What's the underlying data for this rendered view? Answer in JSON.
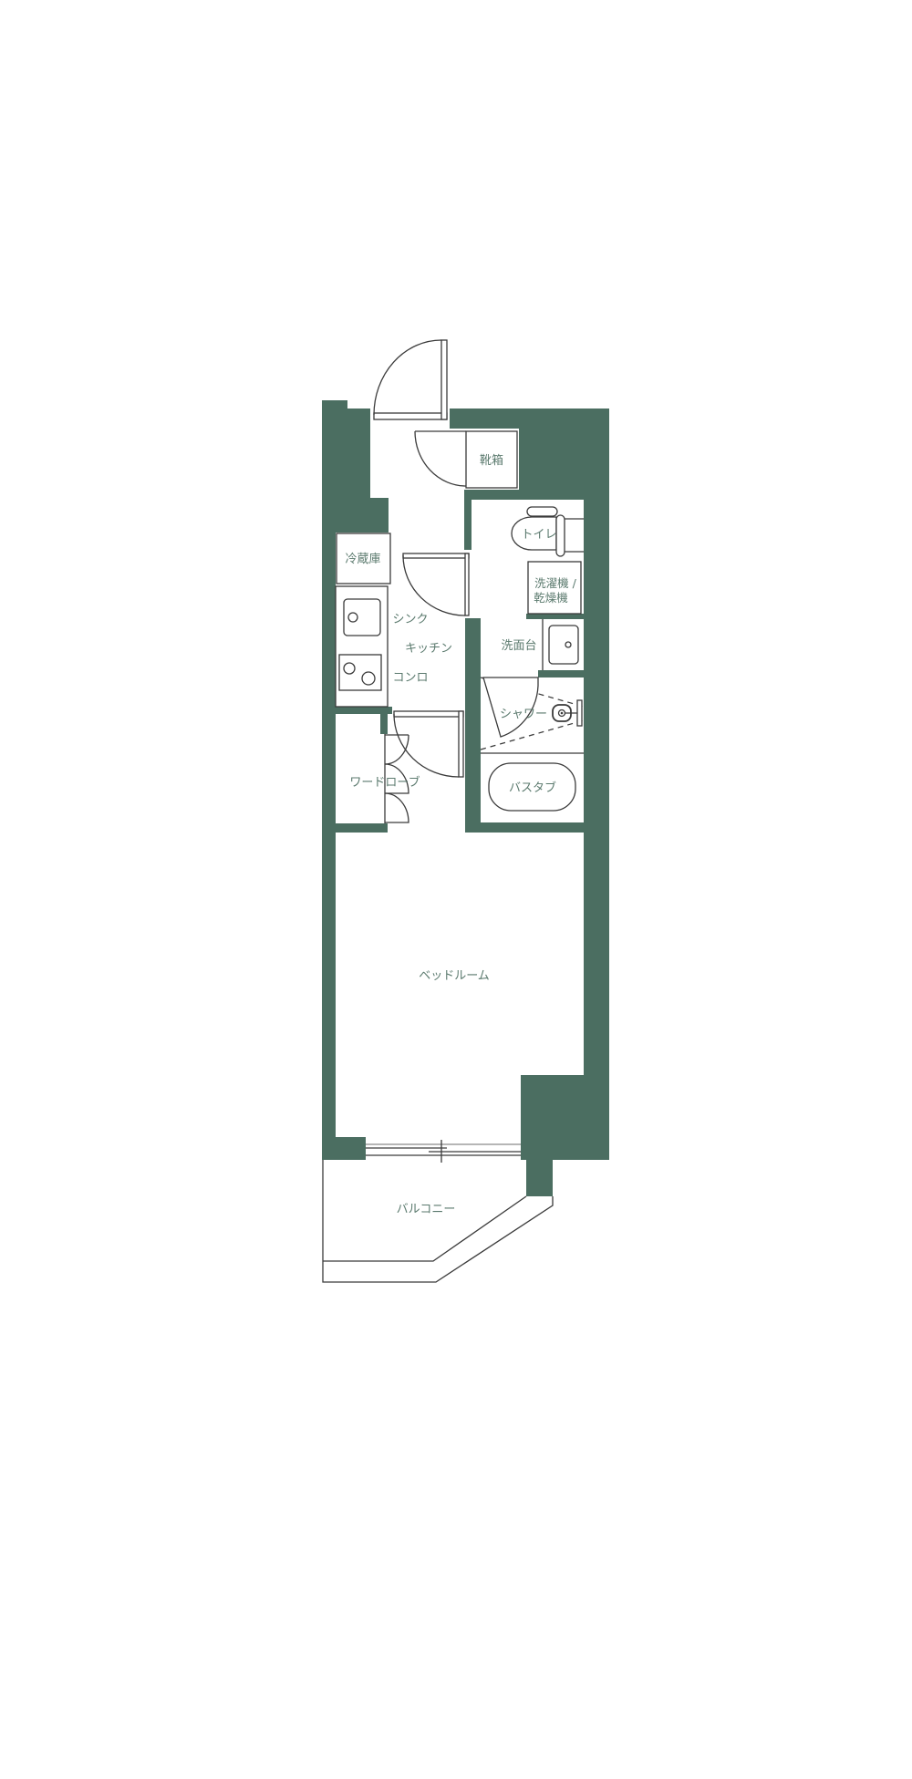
{
  "floorplan": {
    "colors": {
      "wall": "#4b6e61",
      "label": "#5b7a6e",
      "background": "#ffffff"
    },
    "rooms": {
      "shoe_box": "靴箱",
      "toilet": "トイレ",
      "refrigerator": "冷蔵庫",
      "washer_line1": "洗濯機 /",
      "washer_line2": "乾燥機",
      "sink": "シンク",
      "kitchen": "キッチン",
      "washstand": "洗面台",
      "stove": "コンロ",
      "shower": "シャワー",
      "wardrobe": "ワードローブ",
      "bathtub": "バスタブ",
      "bedroom": "ベッドルーム",
      "balcony": "バルコニー"
    }
  }
}
